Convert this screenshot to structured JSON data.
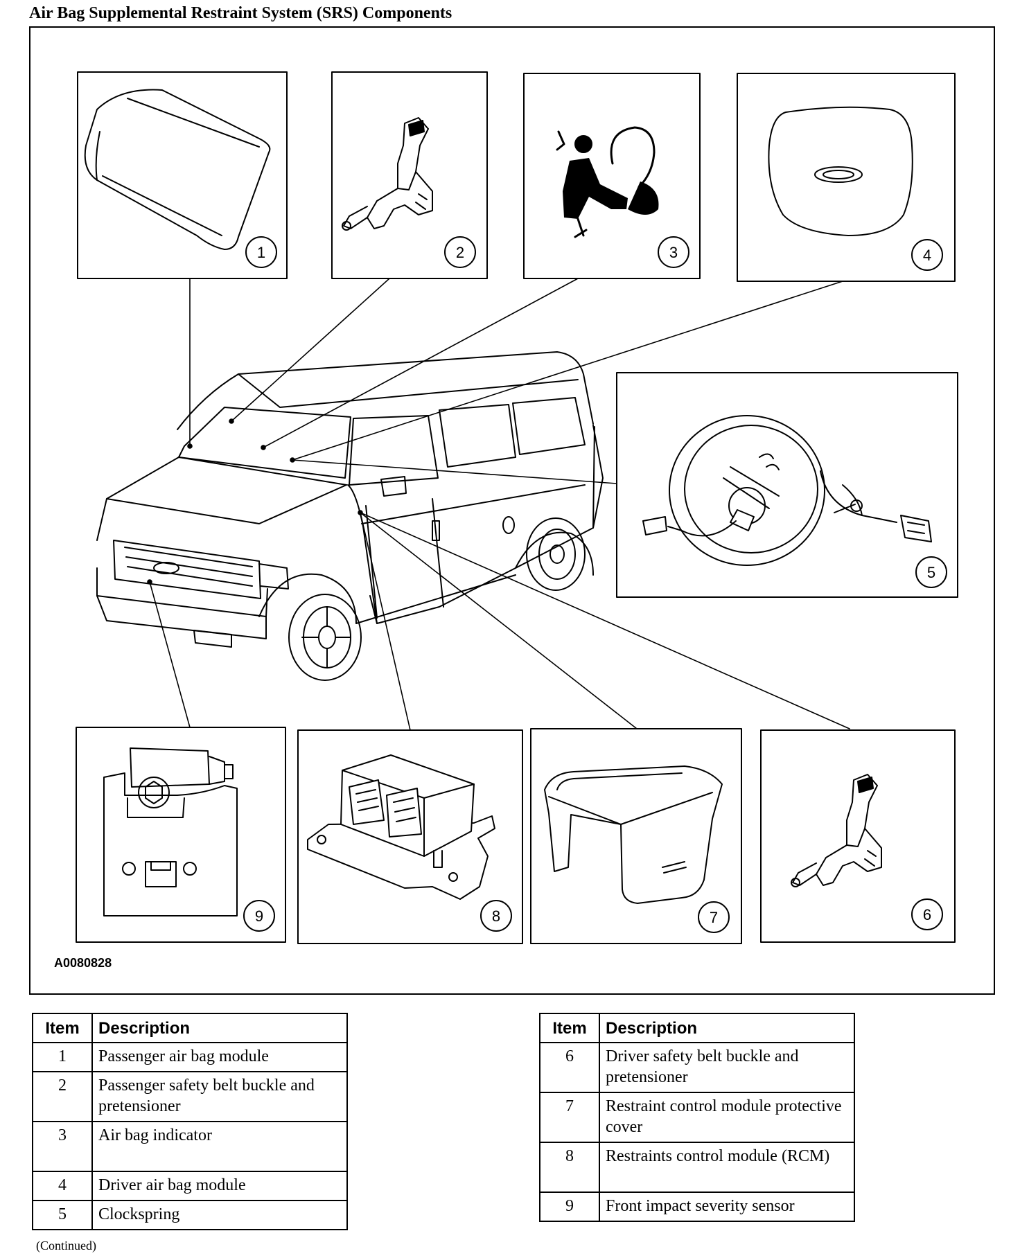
{
  "title": "Air Bag Supplemental Restraint System (SRS) Components",
  "figure_code": "A0080828",
  "callouts": [
    "1",
    "2",
    "3",
    "4",
    "5",
    "6",
    "7",
    "8",
    "9"
  ],
  "legend_left": {
    "headers": {
      "item": "Item",
      "description": "Description"
    },
    "rows": [
      {
        "item": "1",
        "description": "Passenger air bag module"
      },
      {
        "item": "2",
        "description": "Passenger safety belt buckle and pretensioner"
      },
      {
        "item": "3",
        "description": "Air bag indicator"
      },
      {
        "item": "4",
        "description": "Driver air bag module"
      },
      {
        "item": "5",
        "description": "Clockspring"
      }
    ]
  },
  "legend_right": {
    "headers": {
      "item": "Item",
      "description": "Description"
    },
    "rows": [
      {
        "item": "6",
        "description": "Driver safety belt buckle and pretensioner"
      },
      {
        "item": "7",
        "description": "Restraint control module protective cover"
      },
      {
        "item": "8",
        "description": "Restraints control module (RCM)"
      },
      {
        "item": "9",
        "description": "Front impact severity sensor"
      }
    ]
  },
  "continued": "(Continued)"
}
